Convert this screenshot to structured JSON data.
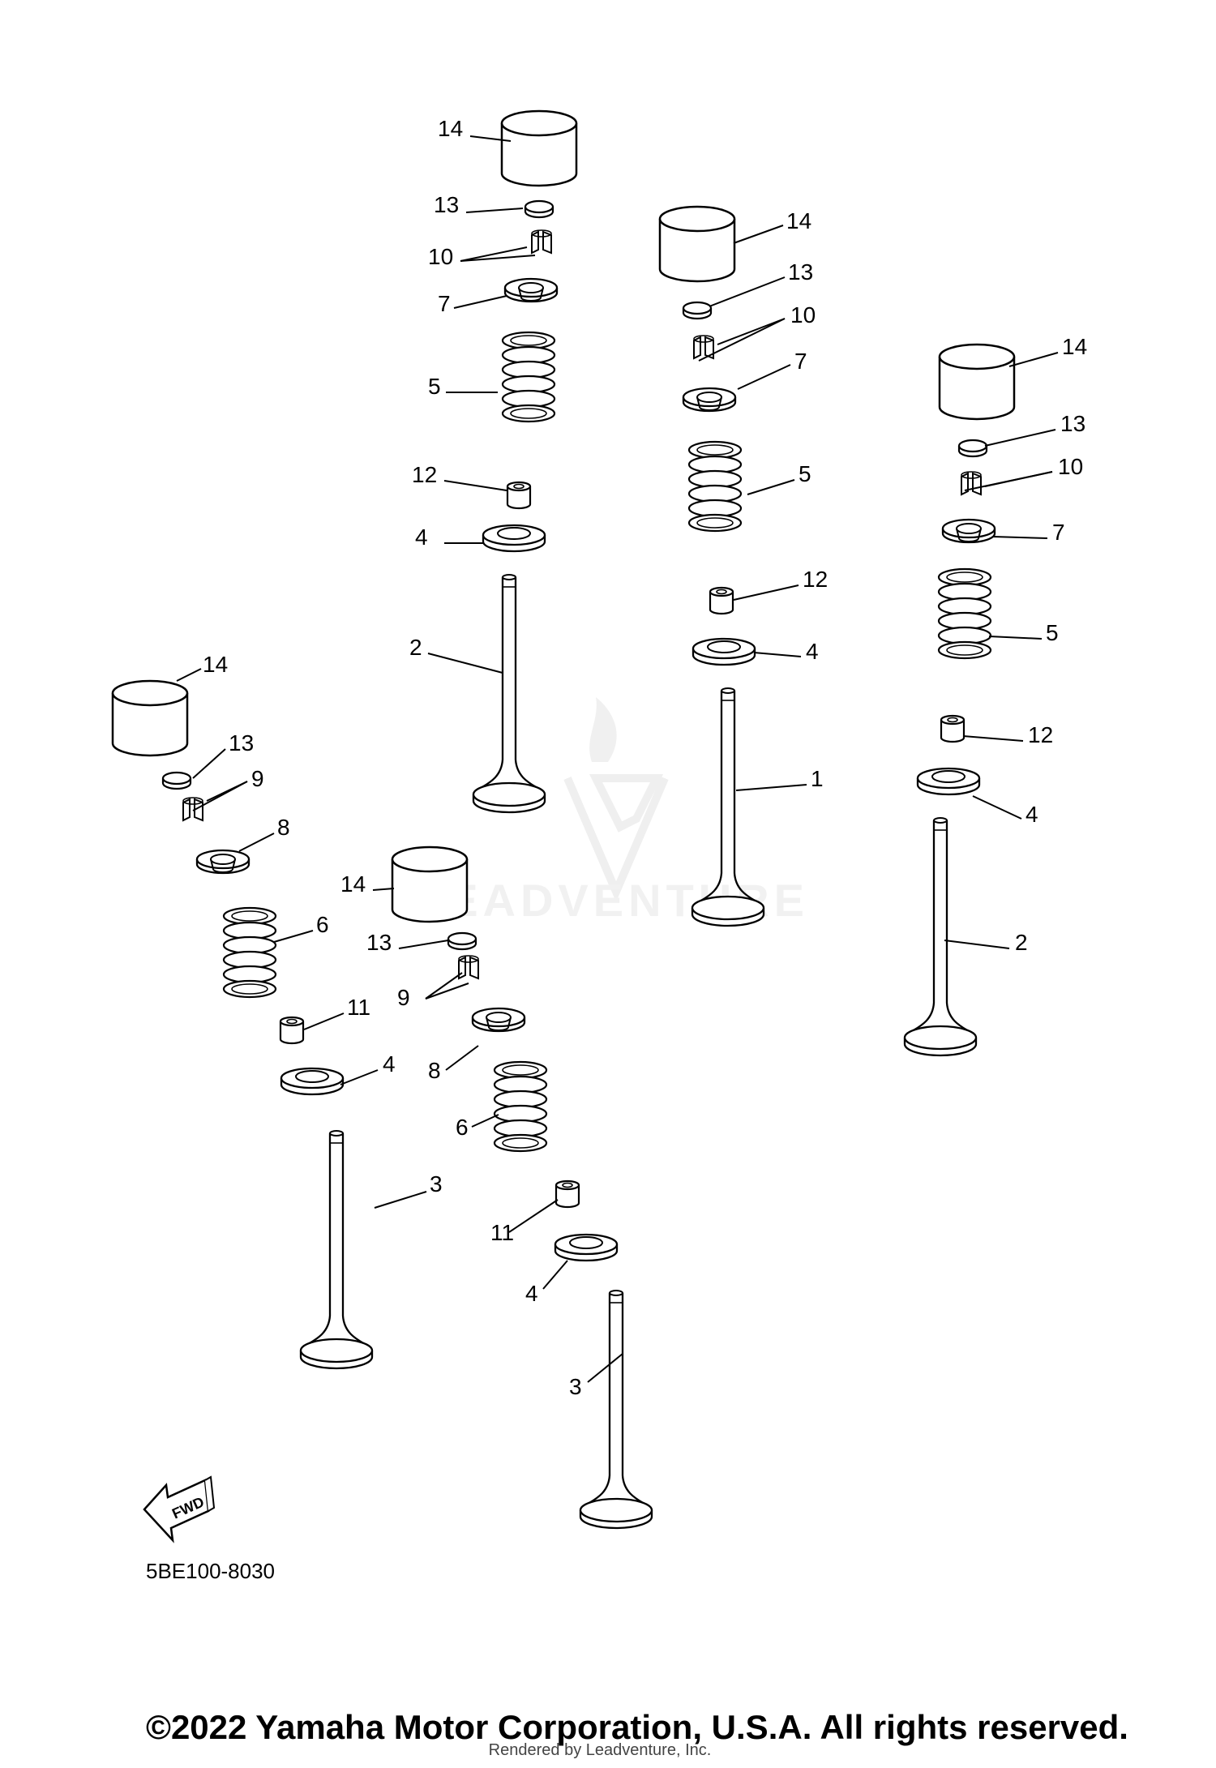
{
  "diagram": {
    "part_code": "5BE100-8030",
    "copyright": "©2022 Yamaha Motor Corporation, U.S.A. All rights reserved.",
    "rendered_by": "Rendered by Leadventure, Inc.",
    "watermark": "LEADVENTURE",
    "fwd_label": "FWD",
    "callouts": [
      {
        "label": "14"
      },
      {
        "label": "13"
      },
      {
        "label": "10"
      },
      {
        "label": "7"
      },
      {
        "label": "5"
      },
      {
        "label": "12"
      },
      {
        "label": "4"
      },
      {
        "label": "2"
      },
      {
        "label": "14"
      },
      {
        "label": "13"
      },
      {
        "label": "10"
      },
      {
        "label": "7"
      },
      {
        "label": "5"
      },
      {
        "label": "12"
      },
      {
        "label": "4"
      },
      {
        "label": "1"
      },
      {
        "label": "14"
      },
      {
        "label": "13"
      },
      {
        "label": "10"
      },
      {
        "label": "7"
      },
      {
        "label": "5"
      },
      {
        "label": "12"
      },
      {
        "label": "4"
      },
      {
        "label": "2"
      },
      {
        "label": "14"
      },
      {
        "label": "13"
      },
      {
        "label": "9"
      },
      {
        "label": "8"
      },
      {
        "label": "6"
      },
      {
        "label": "11"
      },
      {
        "label": "4"
      },
      {
        "label": "3"
      },
      {
        "label": "14"
      },
      {
        "label": "13"
      },
      {
        "label": "9"
      },
      {
        "label": "8"
      },
      {
        "label": "6"
      },
      {
        "label": "11"
      },
      {
        "label": "4"
      },
      {
        "label": "3"
      }
    ]
  }
}
